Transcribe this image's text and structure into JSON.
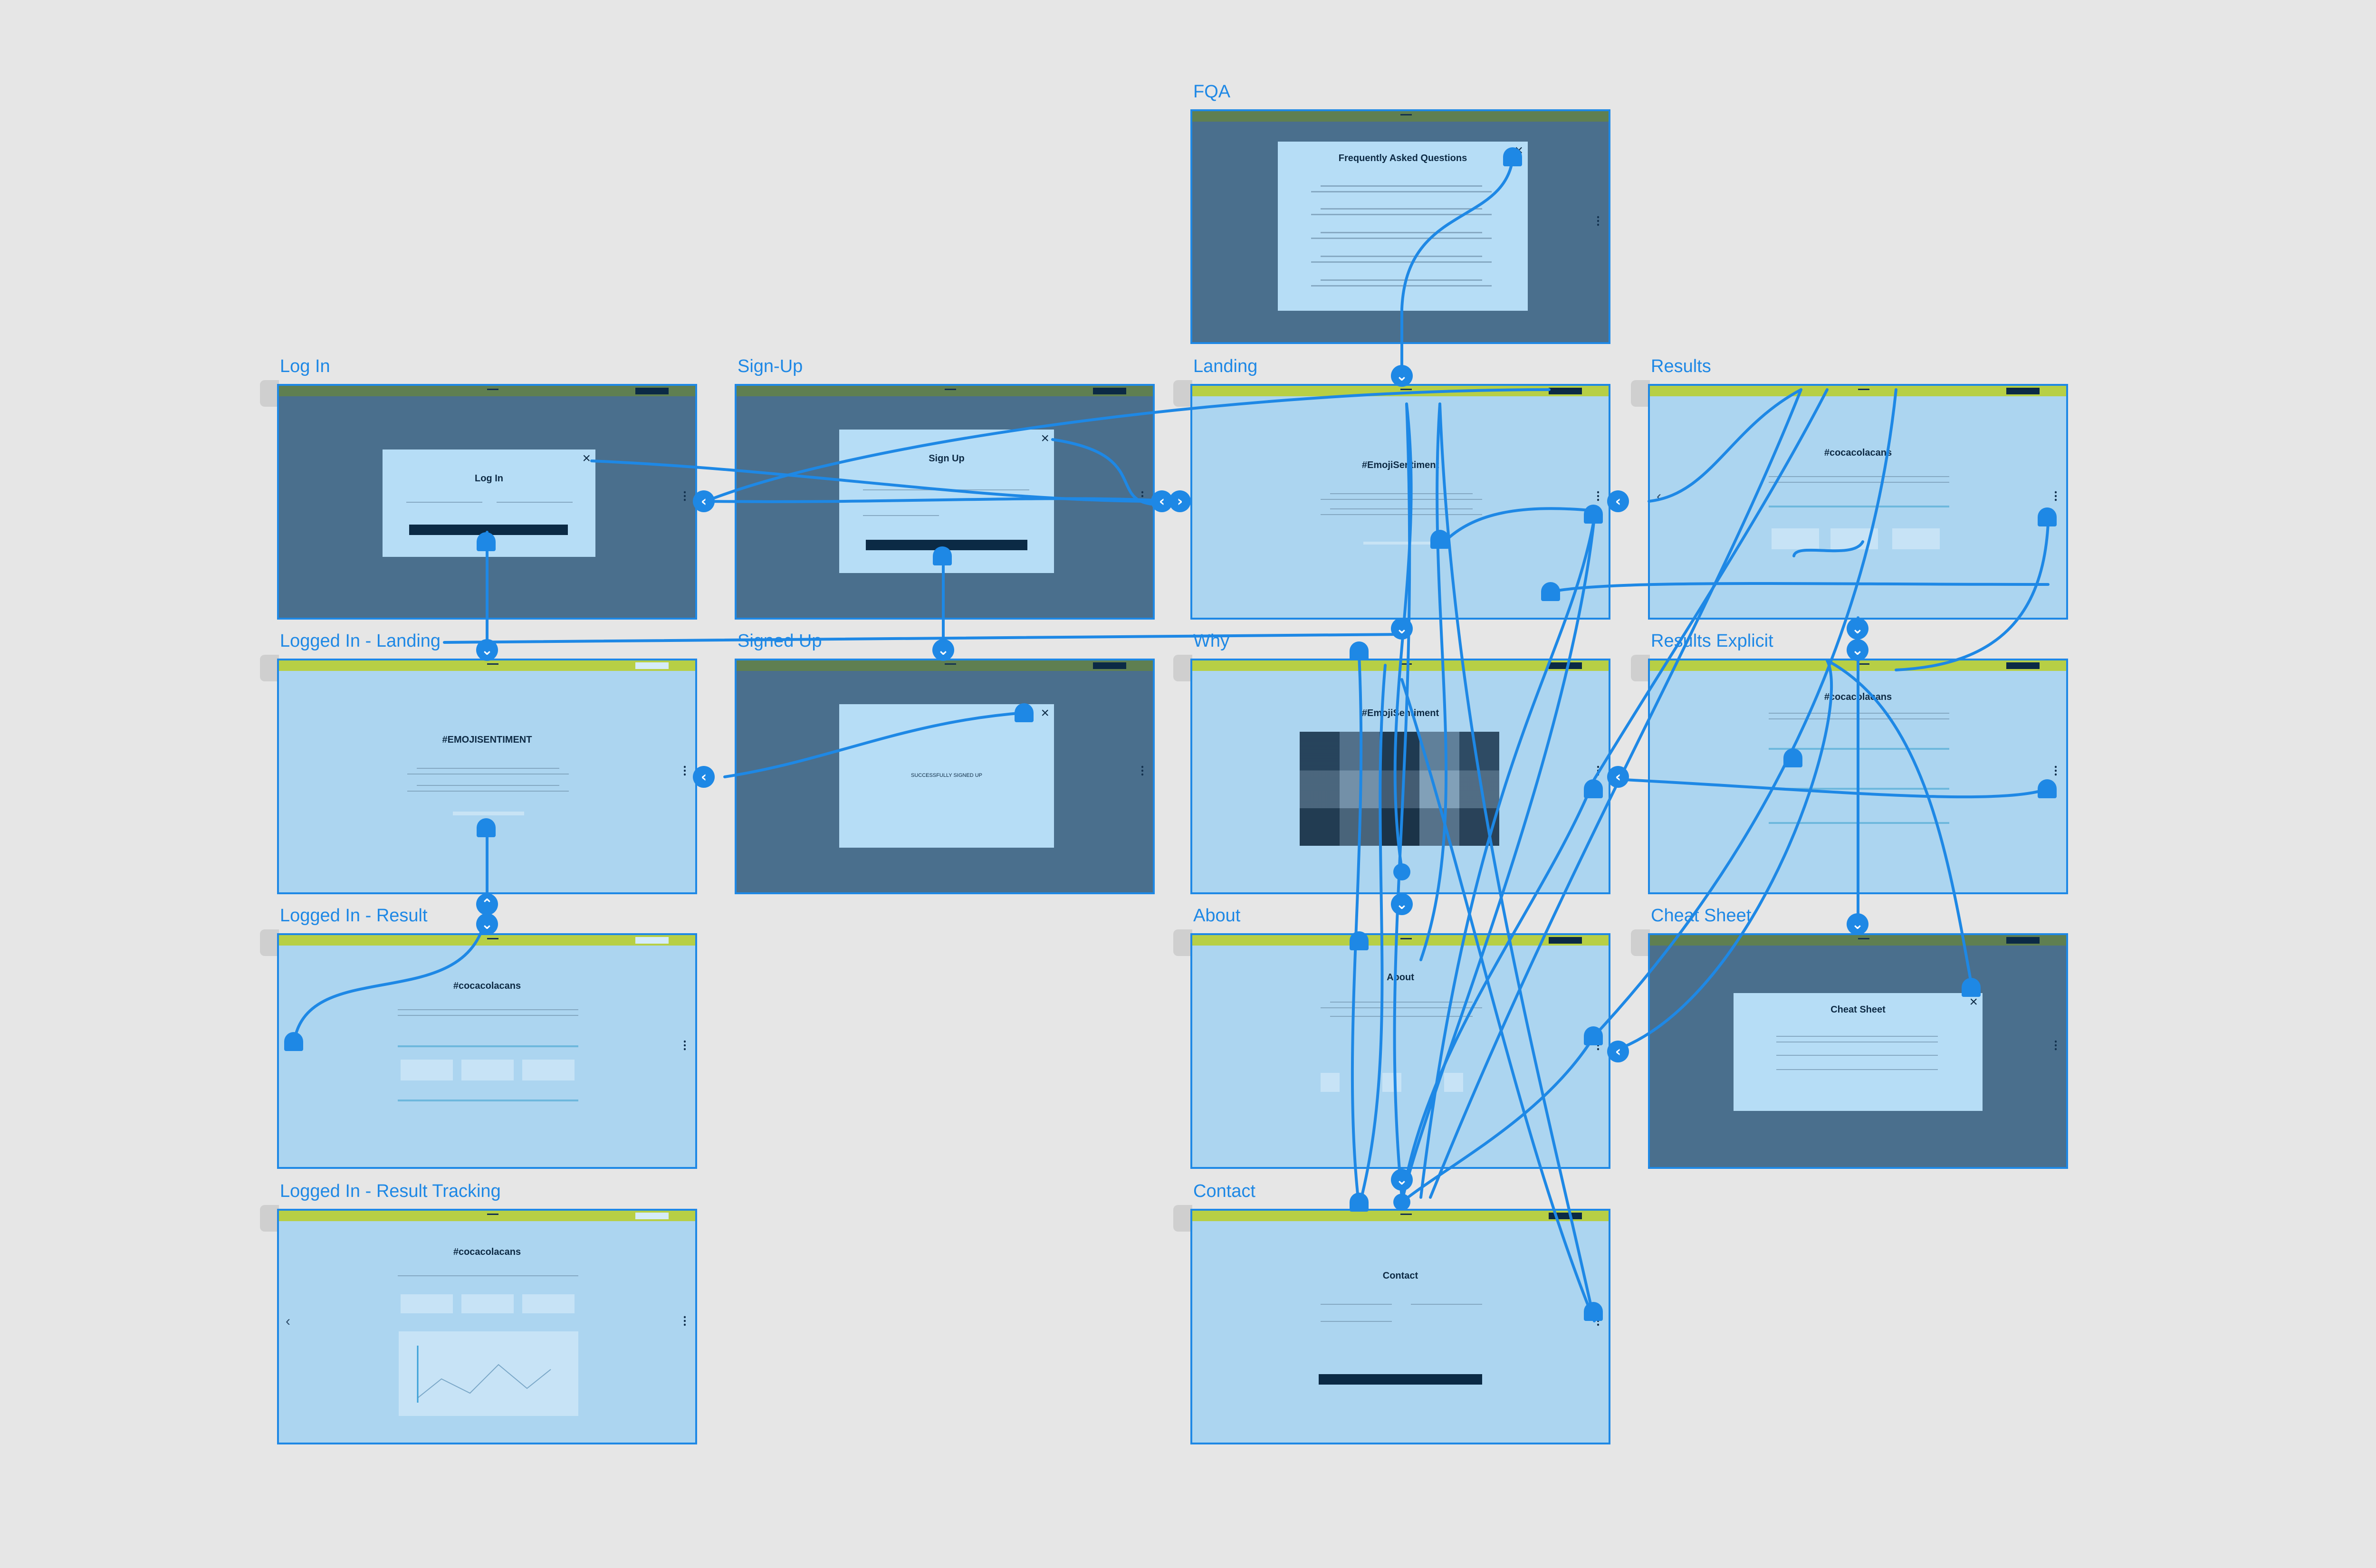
{
  "canvas": {
    "background": "#e6e6e6",
    "wire_color": "#1e88e5"
  },
  "artboards": {
    "fqa": {
      "label": "FQA",
      "modal_title": "Frequently Asked Questions"
    },
    "login": {
      "label": "Log In",
      "modal_title": "Log In"
    },
    "signup": {
      "label": "Sign-Up",
      "modal_title": "Sign Up"
    },
    "landing": {
      "label": "Landing",
      "title": "#EmojiSentiment"
    },
    "results": {
      "label": "Results",
      "title": "#cocacolacans"
    },
    "li_landing": {
      "label": "Logged In - Landing",
      "title": "#EMOJISENTIMENT"
    },
    "signed_up": {
      "label": "Signed Up",
      "message": "SUCCESSFULLY SIGNED UP"
    },
    "why": {
      "label": "Why",
      "title": "#EmojiSentiment"
    },
    "results_explicit": {
      "label": "Results Explicit",
      "title": "#cocacolacans"
    },
    "li_result": {
      "label": "Logged In - Result",
      "title": "#cocacolacans"
    },
    "about": {
      "label": "About",
      "title": "About"
    },
    "cheat": {
      "label": "Cheat Sheet",
      "modal_title": "Cheat Sheet"
    },
    "li_tracking": {
      "label": "Logged In - Result Tracking",
      "title": "#cocacolacans"
    },
    "contact": {
      "label": "Contact",
      "title": "Contact"
    }
  },
  "icons": {
    "back": "chevron-left-icon",
    "down": "chevron-down-icon",
    "close": "close-icon"
  }
}
